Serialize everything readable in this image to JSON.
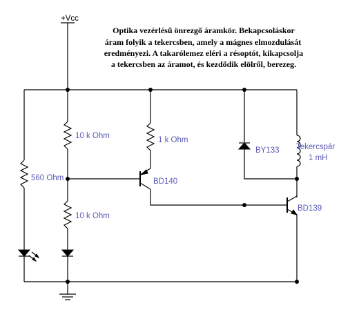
{
  "description": [
    "Optika vezérlésű önrezgő áramkör. Bekapcsoláskor",
    "áram folyik a tekercsben, amely a mágnes elmozdulását",
    "eredményezi. A takarólemez eléri a résoptót, kikapcsolja",
    "a tekercsben az áramot, és kezdődik elölről, berezeg."
  ],
  "supply": {
    "label": "+Vcc"
  },
  "components": {
    "r_560": "560  Ohm",
    "r_top": "10 k Ohm",
    "r_bottom": "10 k Ohm",
    "r_1k": "1 k Ohm",
    "q_pnp": "BD140",
    "q_npn": "BD139",
    "diode": "BY133",
    "coil_line1": "Tekercspár",
    "coil_line2": "1 mH"
  },
  "colors": {
    "wire": "#000000",
    "component_label": "#5a5ab8"
  }
}
